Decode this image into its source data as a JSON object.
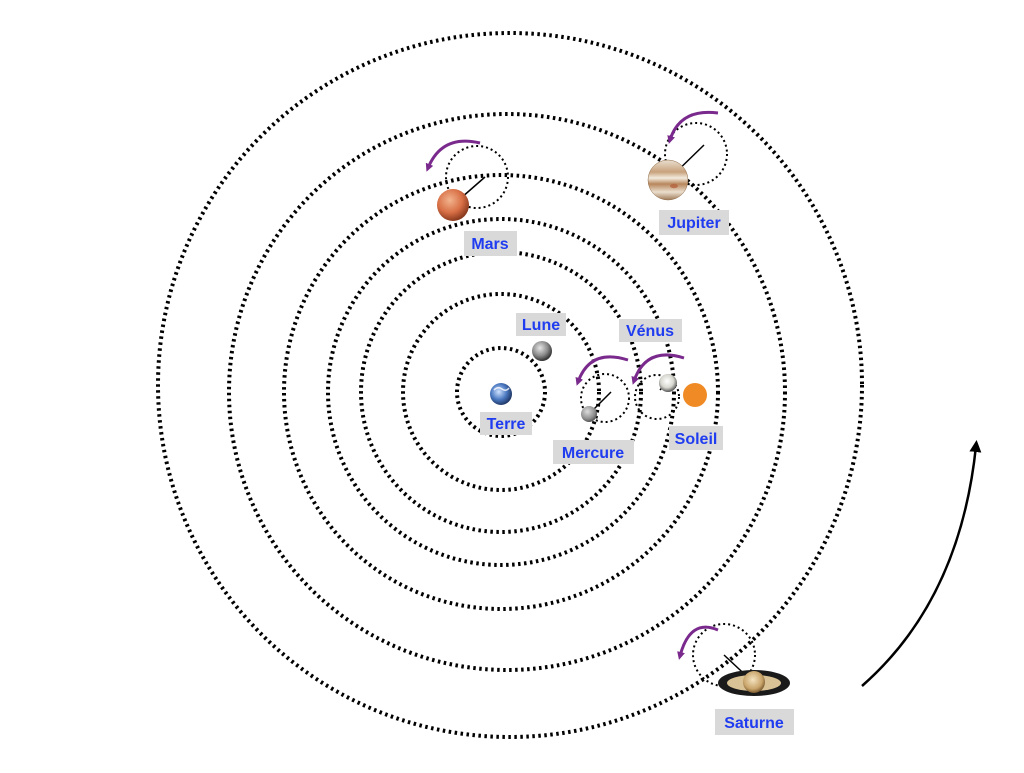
{
  "bodies": {
    "earth": {
      "label": "Terre"
    },
    "moon": {
      "label": "Lune"
    },
    "mercury": {
      "label": "Mercure"
    },
    "venus": {
      "label": "Vénus"
    },
    "sun": {
      "label": "Soleil"
    },
    "mars": {
      "label": "Mars"
    },
    "jupiter": {
      "label": "Jupiter"
    },
    "saturn": {
      "label": "Saturne"
    }
  },
  "colors": {
    "label_text": "#1f3cf0",
    "label_background": "#d9d9d9",
    "orbit": "#000000",
    "epicycle_arrow": "#7a2a8c",
    "sun": "#f08a24"
  }
}
